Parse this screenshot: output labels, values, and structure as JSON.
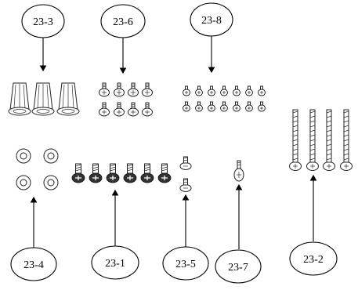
{
  "labels": {
    "c23_3": "23-3",
    "c23_6": "23-6",
    "c23_8": "23-8",
    "c23_4": "23-4",
    "c23_1": "23-1",
    "c23_5": "23-5",
    "c23_7": "23-7",
    "c23_2": "23-2"
  }
}
